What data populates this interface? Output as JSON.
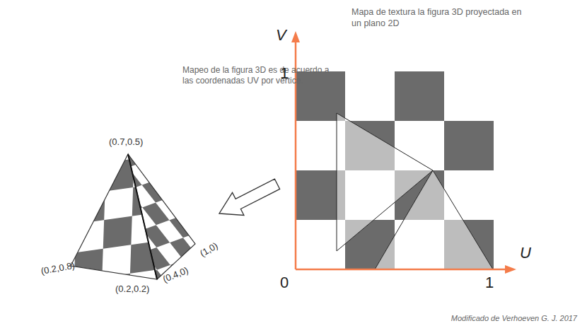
{
  "diagram": {
    "caption": "Modificado de Verhoeven G. J. 2017",
    "labels": [
      "Mapeo de la figura 3D es de acuerdo a las coordenadas UV por vértice.",
      "(0.7,0.5)",
      "(0.2,0.8)",
      "(0.2,0.2)",
      "(0.4,0)",
      "(1,0)",
      "Mapa de textura la figura 3D proyectada en un plano 2D",
      "V",
      "1",
      "0",
      "1",
      "U"
    ]
  }
}
